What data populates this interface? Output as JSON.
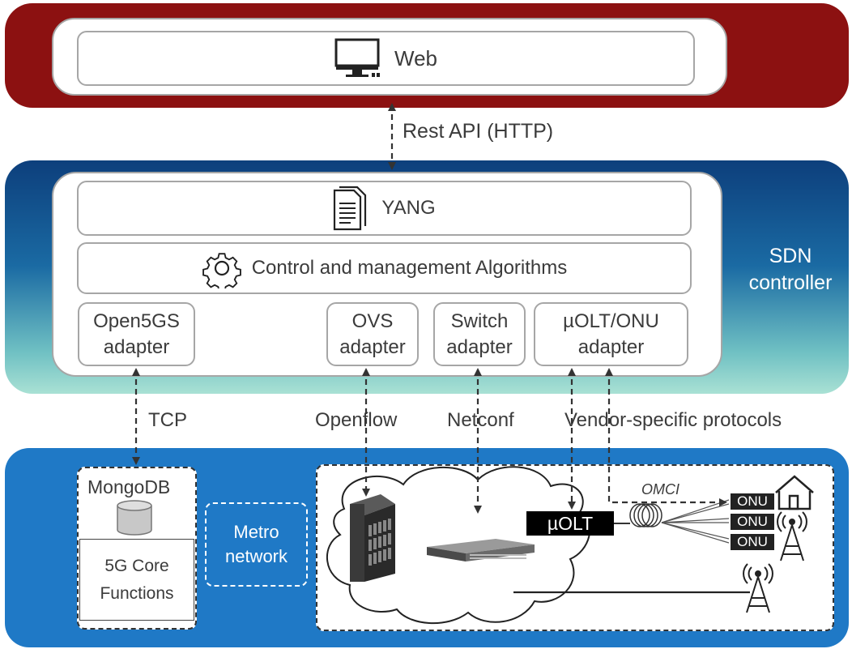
{
  "web_layer": {
    "web_label": "Web"
  },
  "rest_api_label": "Rest API (HTTP)",
  "sdn_layer": {
    "title_line1": "SDN",
    "title_line2": "controller",
    "yang_label": "YANG",
    "algorithms_label": "Control and management Algorithms",
    "adapters": [
      {
        "line1": "Open5GS",
        "line2": "adapter"
      },
      {
        "line1": "OVS",
        "line2": "adapter"
      },
      {
        "line1": "Switch",
        "line2": "adapter"
      },
      {
        "line1": "µOLT/ONU",
        "line2": "adapter"
      }
    ]
  },
  "protocols": {
    "tcp": "TCP",
    "openflow": "Openflow",
    "netconf": "Netconf",
    "vendor": "Vendor-specific protocols"
  },
  "infrastructure": {
    "mongodb_label": "MongoDB",
    "core_line1": "5G Core",
    "core_line2": "Functions",
    "metro_line1": "Metro",
    "metro_line2": "network",
    "olt_label": "µOLT",
    "omci_label": "OMCI",
    "onu_labels": [
      "ONU",
      "ONU",
      "ONU"
    ]
  },
  "colors": {
    "web_band": "#8c1111",
    "sdn_band_top": "#0d3f7c",
    "sdn_band_bottom": "#a9e1d4",
    "infra_band": "#1f79c6"
  },
  "icons": [
    "monitor-icon",
    "document-icon",
    "gear-icon",
    "database-icon",
    "server-icon",
    "switch-icon",
    "fiber-splitter-icon",
    "house-icon",
    "antenna-tower-icon"
  ]
}
